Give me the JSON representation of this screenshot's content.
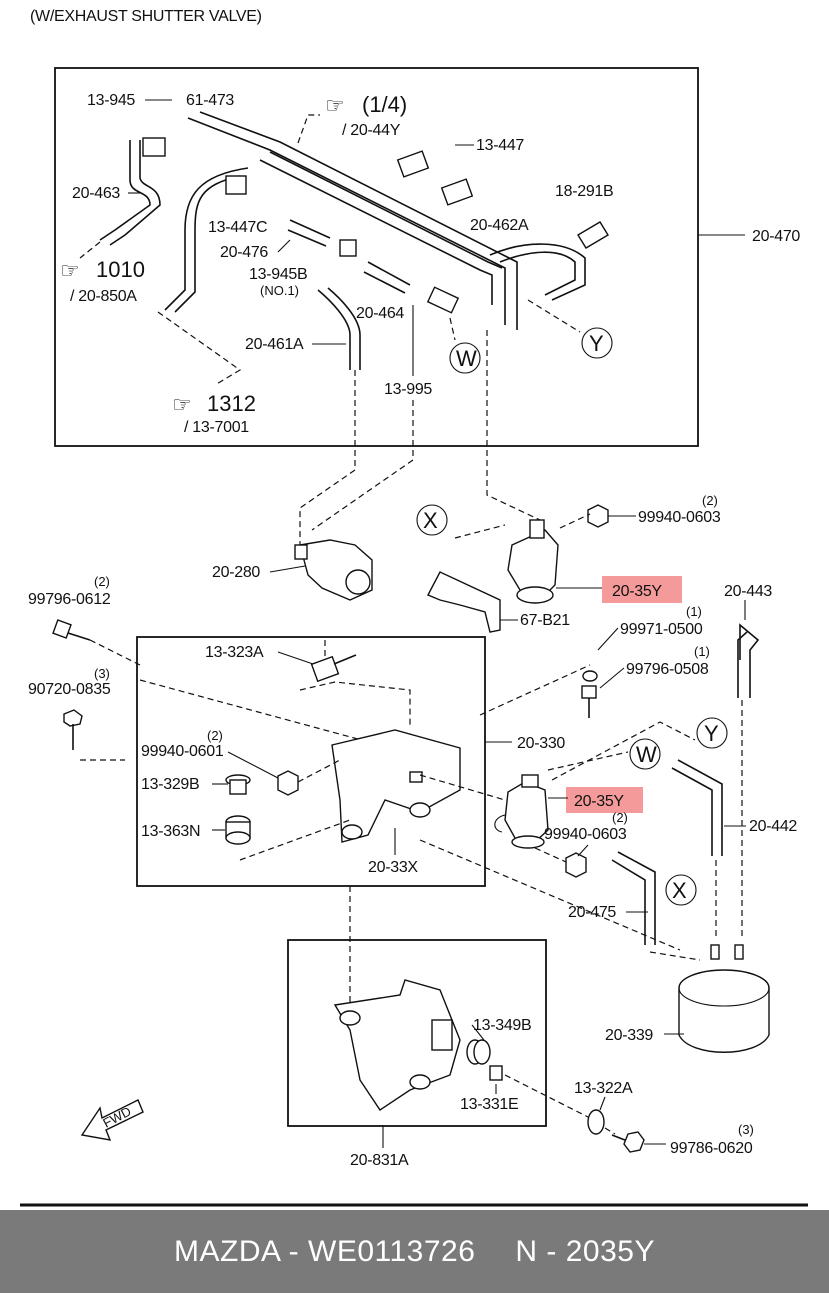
{
  "header": {
    "title": "(W/EXHAUST SHUTTER VALVE)"
  },
  "refs": {
    "r1010": {
      "num": "1010",
      "sub": "/ 20-850A"
    },
    "r1312": {
      "num": "1312",
      "sub": "/ 13-7001"
    },
    "r1_4": {
      "num": "(1/4)",
      "sub": "/ 20-44Y"
    }
  },
  "circle_markers": {
    "W": "W",
    "Y": "Y",
    "X": "X"
  },
  "labels": {
    "p13_945": "13-945",
    "p61_473": "61-473",
    "p20_463": "20-463",
    "p13_447C": "13-447C",
    "p20_476": "20-476",
    "p13_945B": "13-945B",
    "p13_945B_note": "(NO.1)",
    "p20_464": "20-464",
    "p20_461A": "20-461A",
    "p13_995": "13-995",
    "p13_447": "13-447",
    "p18_291B": "18-291B",
    "p20_462A": "20-462A",
    "p20_470": "20-470",
    "p99940_0603": "99940-0603",
    "q2": "(2)",
    "p20_35Y": "20-35Y",
    "p20_280": "20-280",
    "p67_B21": "67-B21",
    "p20_443": "20-443",
    "p99796_0612": "99796-0612",
    "p13_323A": "13-323A",
    "p99971_0500": "99971-0500",
    "q1": "(1)",
    "p99796_0508": "99796-0508",
    "p90720_0835": "90720-0835",
    "q3": "(3)",
    "p20_330": "20-330",
    "p99940_0601": "99940-0601",
    "p13_329B": "13-329B",
    "p13_363N": "13-363N",
    "p20_33X": "20-33X",
    "p20_442": "20-442",
    "p20_475": "20-475",
    "p20_339": "20-339",
    "p13_349B": "13-349B",
    "p13_331E": "13-331E",
    "p13_322A": "13-322A",
    "p99786_0620": "99786-0620",
    "p20_831A": "20-831A",
    "fwd": "FWD"
  },
  "highlight_color": "#f49a9a",
  "footer": {
    "brand": "MAZDA - WE0113726",
    "code": "N - 2035Y"
  }
}
